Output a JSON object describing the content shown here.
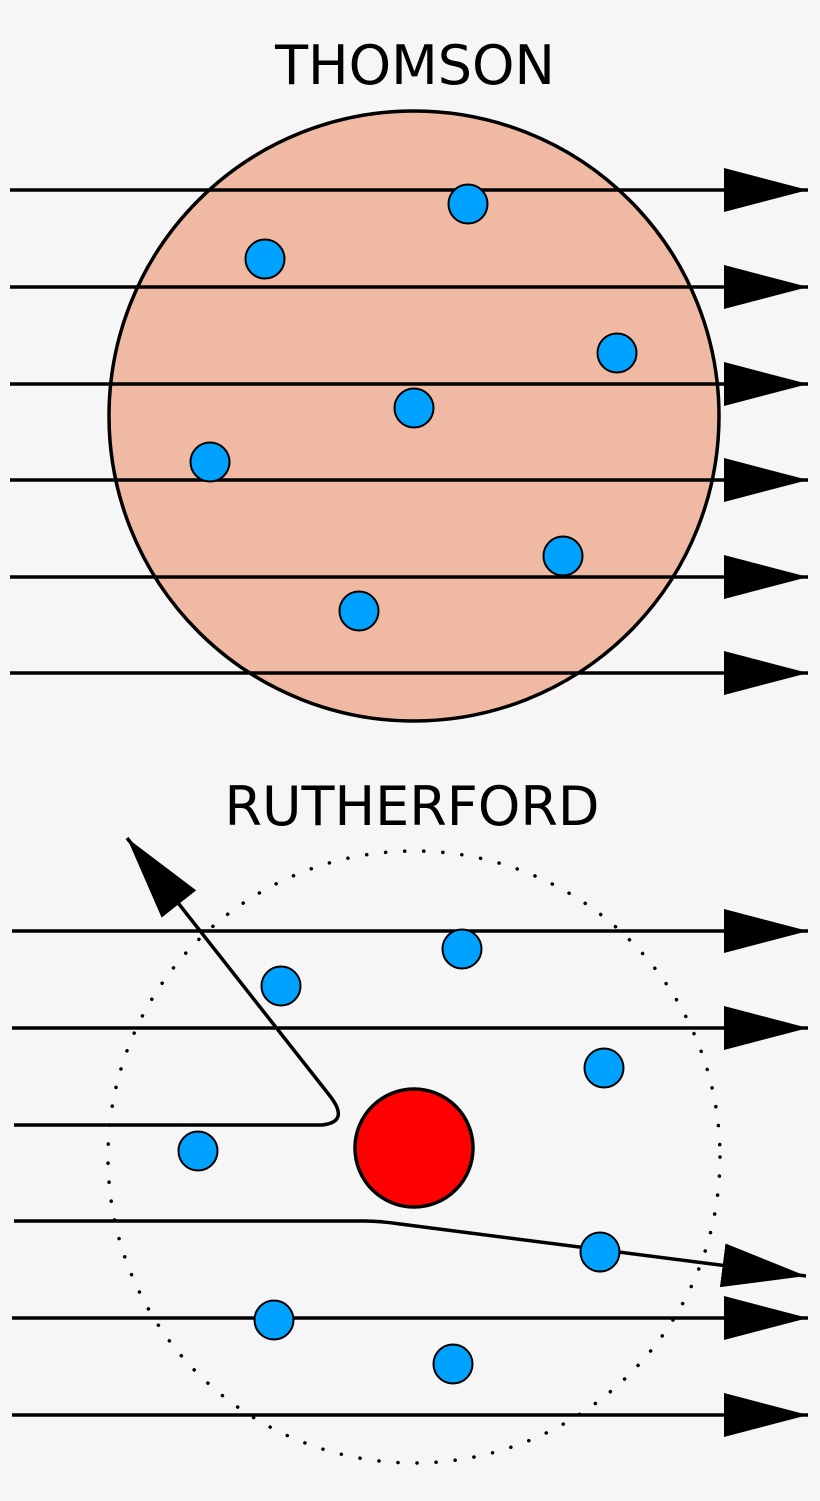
{
  "thomson": {
    "title": "THOMSON",
    "sphere_color": "#f0b9a3",
    "electron_color": "#00a2ff",
    "ray_count": 6
  },
  "rutherford": {
    "title": "RUTHERFORD",
    "nucleus_color": "#ff0000",
    "electron_color": "#00a2ff",
    "straight_ray_count": 4,
    "deflected_ray_count": 2
  }
}
